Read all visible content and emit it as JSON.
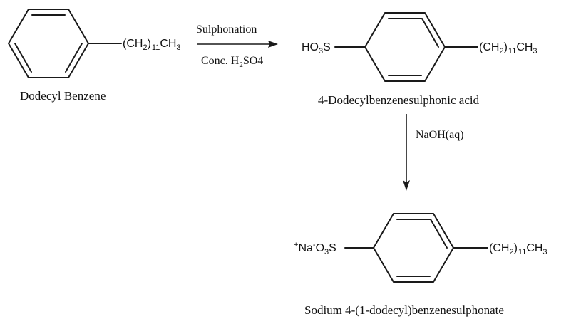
{
  "compounds": {
    "dodecylbenzene": {
      "name": "Dodecyl Benzene",
      "chain": {
        "a": "(CH",
        "b": "2",
        "c": ")",
        "d": "11",
        "e": "CH",
        "f": "3"
      }
    },
    "sulphonic_acid": {
      "name": "4-Dodecylbenzenesulphonic acid",
      "group": {
        "a": "HO",
        "b": "3",
        "c": "S"
      },
      "chain": {
        "a": "(CH",
        "b": "2",
        "c": ")",
        "d": "11",
        "e": "CH",
        "f": "3"
      }
    },
    "sulphonate": {
      "name": "Sodium 4-(1-dodecyl)benzenesulphonate",
      "group": {
        "plus": "+",
        "na": "Na",
        "minus": "-",
        "o": "O",
        "three": "3",
        "s": "S"
      },
      "chain": {
        "a": "(CH",
        "b": "2",
        "c": ")",
        "d": "11",
        "e": "CH",
        "f": "3"
      }
    }
  },
  "reactions": {
    "step1": {
      "above": "Sulphonation",
      "below": {
        "a": "Conc. H",
        "b": "2",
        "c": "SO4"
      }
    },
    "step2": {
      "label": "NaOH(aq)"
    }
  }
}
